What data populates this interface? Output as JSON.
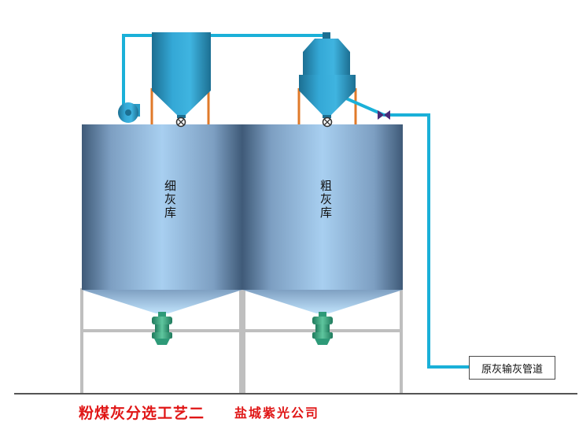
{
  "silos": [
    {
      "label": "细灰库"
    },
    {
      "label": "粗灰库"
    }
  ],
  "pipe_label": "原灰输灰管道",
  "caption": {
    "title": "粉煤灰分选工艺二",
    "company": "盐城紫光公司"
  },
  "colors": {
    "pipe": "#1ab0d8",
    "equipment": "#2a9cc6",
    "support_legs": "#e07a2a",
    "frame": "#bfbfbf",
    "valve": "#2e9a78",
    "caption_text": "#e01616"
  }
}
